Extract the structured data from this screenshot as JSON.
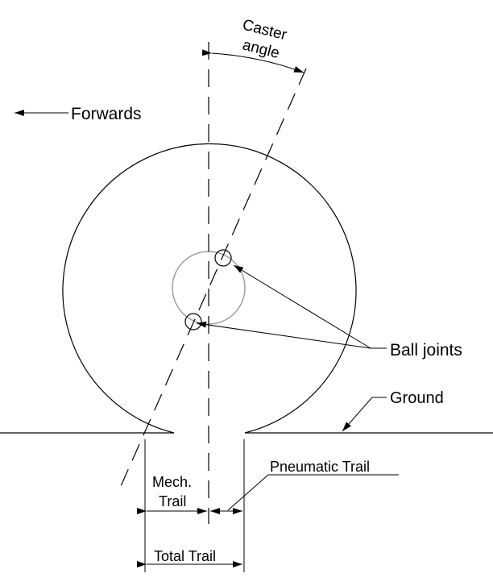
{
  "labels": {
    "caster_line1": "Caster",
    "caster_line2": "angle",
    "forwards": "Forwards",
    "ball_joints": "Ball joints",
    "ground": "Ground",
    "pneumatic_trail": "Pneumatic Trail",
    "mech_line1": "Mech.",
    "mech_line2": "Trail",
    "total_trail": "Total Trail"
  },
  "colors": {
    "line": "#000000",
    "hub": "#999999",
    "background": "#ffffff"
  }
}
